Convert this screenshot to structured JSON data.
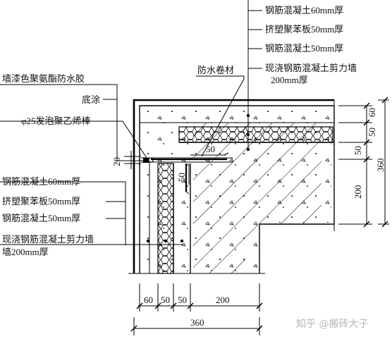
{
  "labels_right": {
    "top_slab_60": "钢筋混凝土60mm厚",
    "top_xps_50": "挤塑聚苯板50mm厚",
    "top_slab_50": "钢筋混凝土50mm厚",
    "top_wall_line1": "现浇钢筋混凝土剪力墙",
    "top_wall_line2": "200mm厚"
  },
  "labels_left": {
    "sealant": "墙漆色聚氨酯防水胶",
    "primer": "底涂",
    "foam_rod": "φ25发泡聚乙烯棒",
    "membrane": "防水卷材",
    "left_slab_60": "钢筋混凝土60mm厚",
    "left_xps_50": "挤塑聚苯板50mm厚",
    "left_slab_50": "钢筋混凝土50mm厚",
    "left_wall_line1": "现浇钢筋混凝土剪力墙",
    "left_wall_line2": "墙200mm厚"
  },
  "dimensions": {
    "right_60": "60",
    "right_50a": "50",
    "right_50b": "50",
    "right_200": "200",
    "right_360": "360",
    "gap_20": "20",
    "overlap_50_h": "50",
    "overlap_50_v": "50",
    "bottom_60": "60",
    "bottom_50a": "50",
    "bottom_50b": "50",
    "bottom_200": "200",
    "bottom_360": "360"
  },
  "watermark": "知乎 @搬砖大子"
}
